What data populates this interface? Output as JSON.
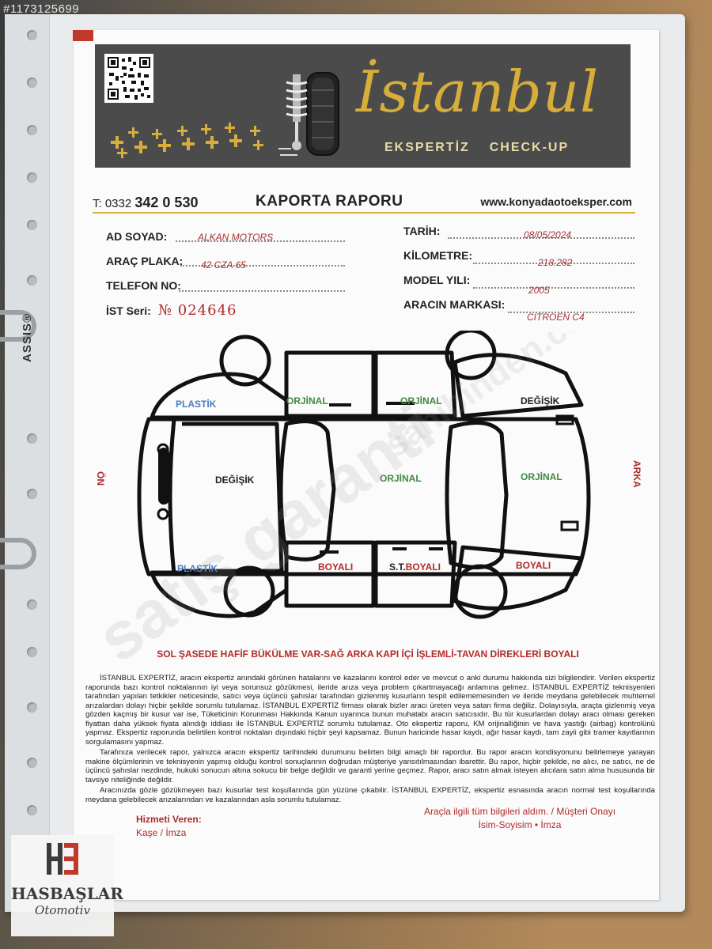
{
  "stock_id": "#1173125699",
  "binder": {
    "brand": "ASSIS®"
  },
  "header": {
    "brand_name": "İstanbul",
    "brand_tagline_left": "EKSPERTİZ",
    "brand_tagline_right": "CHECK-UP"
  },
  "topline": {
    "phone_prefix": "T: 0332",
    "phone_number": "342 0 530",
    "report_title": "KAPORTA RAPORU",
    "website": "www.konyadaotoeksper.com"
  },
  "fields": {
    "name_label": "AD SOYAD:",
    "name_value": "ALKAN MOTORS",
    "plate_label": "ARAÇ PLAKA:",
    "plate_value": "42 CZA 65",
    "phone_label": "TELEFON NO:",
    "phone_value": "",
    "serial_label": "İST Seri:",
    "serial_value": "№ 024646",
    "date_label": "TARİH:",
    "date_value": "08/05/2024",
    "km_label": "KİLOMETRE:",
    "km_value": "218.282",
    "year_label": "MODEL YILI:",
    "year_value": "2005",
    "make_label": "ARACIN MARKASI:",
    "make_value": "CITROEN C4"
  },
  "diagram": {
    "front_label": "ÖN",
    "rear_label": "ARKA",
    "parts": {
      "front_left_fender": "PLASTİK",
      "front_right_fender": "PLASTİK",
      "hood": "DEĞİŞİK",
      "roof": "ORJİNAL",
      "trunk": "ORJİNAL",
      "front_left_door": "ORJİNAL",
      "rear_left_door": "ORJİNAL",
      "rear_left_fender": "DEĞİŞİK",
      "front_right_door": "BOYALI",
      "rear_right_door_prefix": "S.T.",
      "rear_right_door": "BOYALI",
      "rear_right_fender": "BOYALI"
    },
    "colors": {
      "original": "#3f8a3f",
      "plastic": "#4a7fc0",
      "changed": "#222222",
      "painted": "#b02a2a"
    }
  },
  "watermark": {
    "text": "sahibinden.com",
    "text2": "satış garanti"
  },
  "note": "SOL ŞASEDE HAFİF BÜKÜLME VAR-SAĞ ARKA KAPI İÇİ İŞLEMLİ-TAVAN DİREKLERİ BOYALI",
  "paragraphs": [
    "İSTANBUL EXPERTİZ, aracın ekspertiz anındaki görünen hatalarını ve kazalarını kontrol eder ve mevcut o anki durumu hakkında sizi bilgilendirir. Verilen ekspertiz raporunda bazı kontrol noktalarının iyi veya sorunsuz gözükmesi, ileride arıza veya problem çıkartmayacağı anlamına gelmez. İSTANBUL EXPERTİZ teknisyenleri tarafından yapılan tetkikler neticesinde, satıcı veya üçüncü şahıslar tarafından gizlenmiş kusurların tespit edilememesinden ve ileride meydana gelebilecek muhtemel arızalardan dolayı hiçbir şekilde sorumlu tutulamaz. İSTANBUL EXPERTİZ firması olarak bizler aracı üreten veya satan firma değiliz. Dolayısıyla, araçta gizlenmiş veya gözden kaçmış bir kusur var ise, Tüketicinin Korunması Hakkında Kanun uyarınca bunun muhatabı aracın satıcısıdır. Bu tür kusurlardan dolayı aracı olması gereken fiyattan daha yüksek fiyata alındığı iddiası ile İSTANBUL EXPERTİZ sorumlu tutulamaz. Oto ekspertiz raporu, KM orijinalliğinin ve hava yastığı (airbag) kontrolünü yapmaz. Ekspertiz raporunda belirtilen kontrol noktaları dışındaki hiçbir şeyi kapsamaz. Bunun haricinde hasar kaydı, ağır hasar kaydı, tam zayii gibi tramer kayıtlarının sorgulamasını yapmaz.",
    "Tarafınıza verilecek rapor, yalnızca aracın ekspertiz tarihindeki durumunu belirten bilgi amaçlı bir rapordur. Bu rapor aracın kondisyonunu belirlemeye yarayan makine ölçümlerinin ve teknisyenin yapmış olduğu kontrol sonuçlarının doğrudan müşteriye yansıtılmasından ibarettir. Bu rapor, hiçbir şekilde, ne alıcı, ne satıcı, ne de üçüncü şahıslar nezdinde, hukuki sonucun altına sokucu bir belge değildir ve garanti yerine geçmez. Rapor, aracı satın almak isteyen alıcılara satın alma hususunda bir tavsiye niteliğinde değildir.",
    "Aracınızda gözle gözükmeyen bazı kusurlar test koşullarında gün yüzüne çıkabilir. İSTANBUL EXPERTİZ, ekspertiz esnasında aracın normal test koşullarında meydana gelebilecek arızalarından ve kazalarından asla sorumlu tutulamaz."
  ],
  "signature": {
    "left_title": "Hizmeti Veren:",
    "left_sub": "Kaşe / İmza",
    "right_title": "Araçla ilgili tüm bilgileri aldım. / Müşteri Onayı",
    "right_sub": "İsim-Soyisim • İmza"
  },
  "dealer_logo": {
    "name": "HASBAŞLAR",
    "sub": "Otomotiv"
  }
}
